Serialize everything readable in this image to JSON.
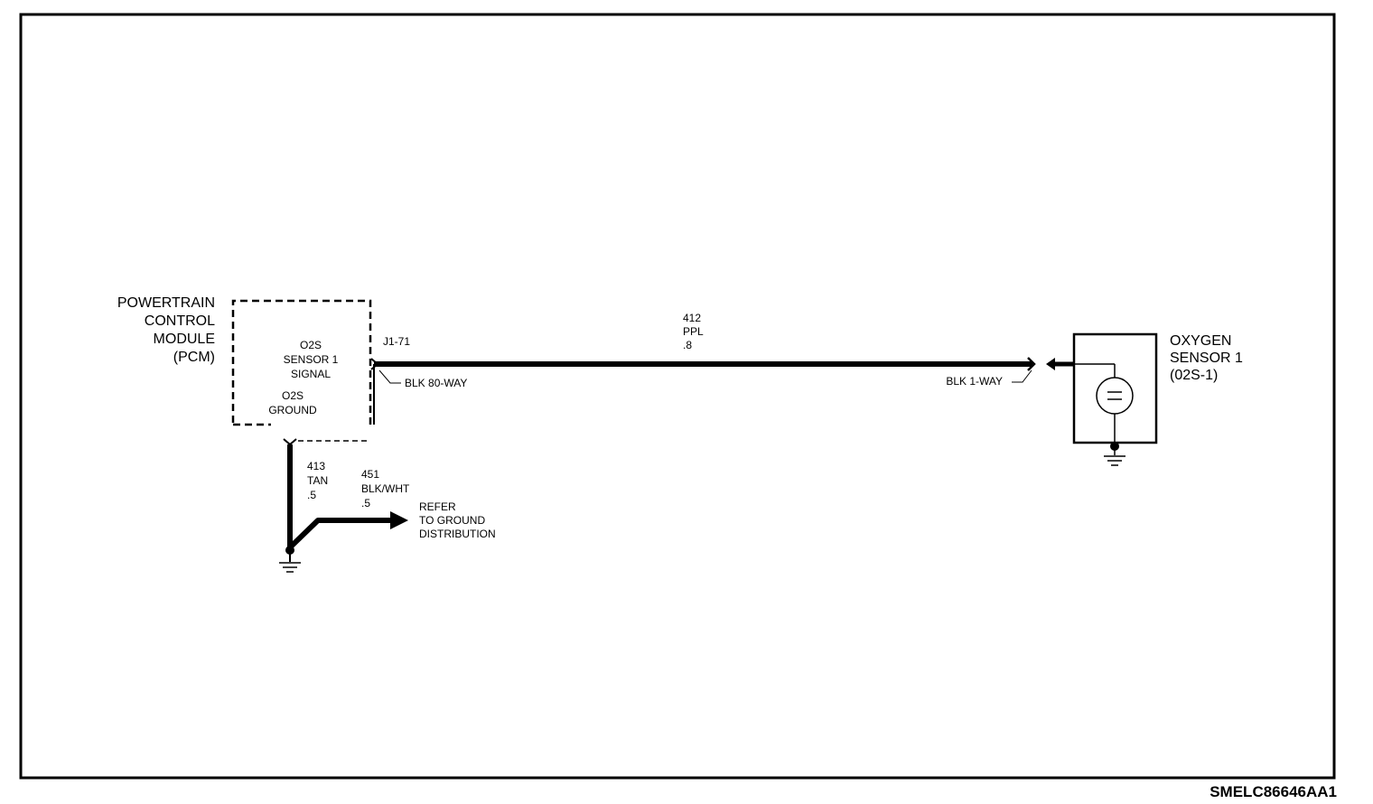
{
  "pcm": {
    "title_lines": [
      "POWERTRAIN",
      "CONTROL",
      "MODULE",
      "(PCM)"
    ],
    "signal_lines": [
      "O2S",
      "SENSOR 1",
      "SIGNAL"
    ],
    "ground_lines": [
      "O2S",
      "GROUND"
    ]
  },
  "connectors": {
    "pcm_pin": "J1-71",
    "pcm_connector": "BLK 80-WAY",
    "sensor_connector": "BLK 1-WAY"
  },
  "wires": {
    "signal": {
      "circuit": "412",
      "color": "PPL",
      "gauge": ".8"
    },
    "ground_pcm": {
      "circuit": "413",
      "color": "TAN",
      "gauge": ".5"
    },
    "ground_dist": {
      "circuit": "451",
      "color": "BLK/WHT",
      "gauge": ".5"
    }
  },
  "ground_reference": [
    "REFER",
    "TO GROUND",
    "DISTRIBUTION"
  ],
  "sensor": {
    "title_lines": [
      "OXYGEN",
      "SENSOR 1",
      "(02S-1)"
    ]
  },
  "figure_code": "SMELC86646AA1"
}
